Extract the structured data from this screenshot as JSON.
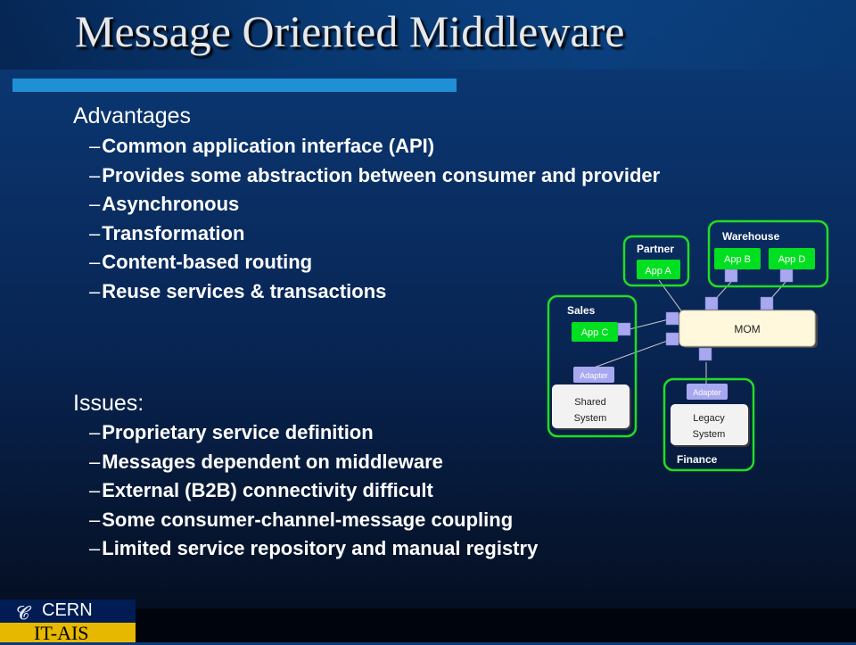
{
  "title": "Message Oriented Middleware",
  "advantages": {
    "heading": "Advantages",
    "items": [
      "Common application interface (API)",
      "Provides some abstraction between consumer and provider",
      "Asynchronous",
      "Transformation",
      "Content-based routing",
      "Reuse services & transactions"
    ]
  },
  "issues": {
    "heading": "Issues:",
    "items": [
      "Proprietary service definition",
      "Messages dependent on middleware",
      "External (B2B) connectivity difficult",
      "Some consumer-channel-message coupling",
      "Limited service repository and manual registry"
    ]
  },
  "bullet_dash": "–",
  "diagram": {
    "mom": "MOM",
    "partner": {
      "label": "Partner",
      "app": "App A"
    },
    "warehouse": {
      "label": "Warehouse",
      "app_b": "App B",
      "app_d": "App D"
    },
    "sales": {
      "label": "Sales",
      "app": "App C",
      "adapter": "Adapter",
      "system_line1": "Shared",
      "system_line2": "System"
    },
    "finance": {
      "label": "Finance",
      "adapter": "Adapter",
      "system_line1": "Legacy",
      "system_line2": "System"
    }
  },
  "footer": {
    "org": "CERN",
    "dept": "IT-AIS"
  },
  "colors": {
    "accent_bar": "#1f8fd6",
    "app_green": "#00e020",
    "group_border": "#22dd22",
    "connector": "#a8a8f0",
    "mom_fill": "#fff8dc",
    "itais_bg": "#e6b800"
  }
}
